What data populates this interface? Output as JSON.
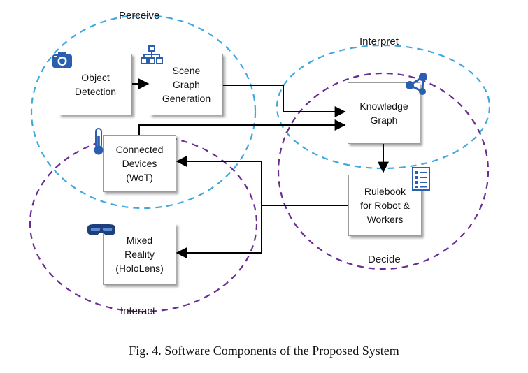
{
  "regions": {
    "perceive": "Perceive",
    "interpret": "Interpret",
    "decide": "Decide",
    "interact": "Interact"
  },
  "boxes": {
    "object_detection": [
      "Object",
      "Detection"
    ],
    "scene_graph": [
      "Scene",
      "Graph",
      "Generation"
    ],
    "knowledge_graph": [
      "Knowledge",
      "Graph"
    ],
    "connected_devices": [
      "Connected",
      "Devices",
      "(WoT)"
    ],
    "rulebook": [
      "Rulebook",
      "for Robot &",
      "Workers"
    ],
    "mixed_reality": [
      "Mixed",
      "Reality",
      "(HoloLens)"
    ]
  },
  "caption": "Fig. 4.  Software Components of the Proposed System",
  "colors": {
    "perceive_interpret": "#3ea8df",
    "decide_interact": "#6a2c91",
    "icon_blue": "#2a5fb0"
  },
  "icons": {
    "object_detection": "camera-icon",
    "scene_graph": "hierarchy-icon",
    "knowledge_graph": "network-icon",
    "connected_devices": "thermometer-icon",
    "rulebook": "checklist-icon",
    "mixed_reality": "vr-headset-icon"
  }
}
